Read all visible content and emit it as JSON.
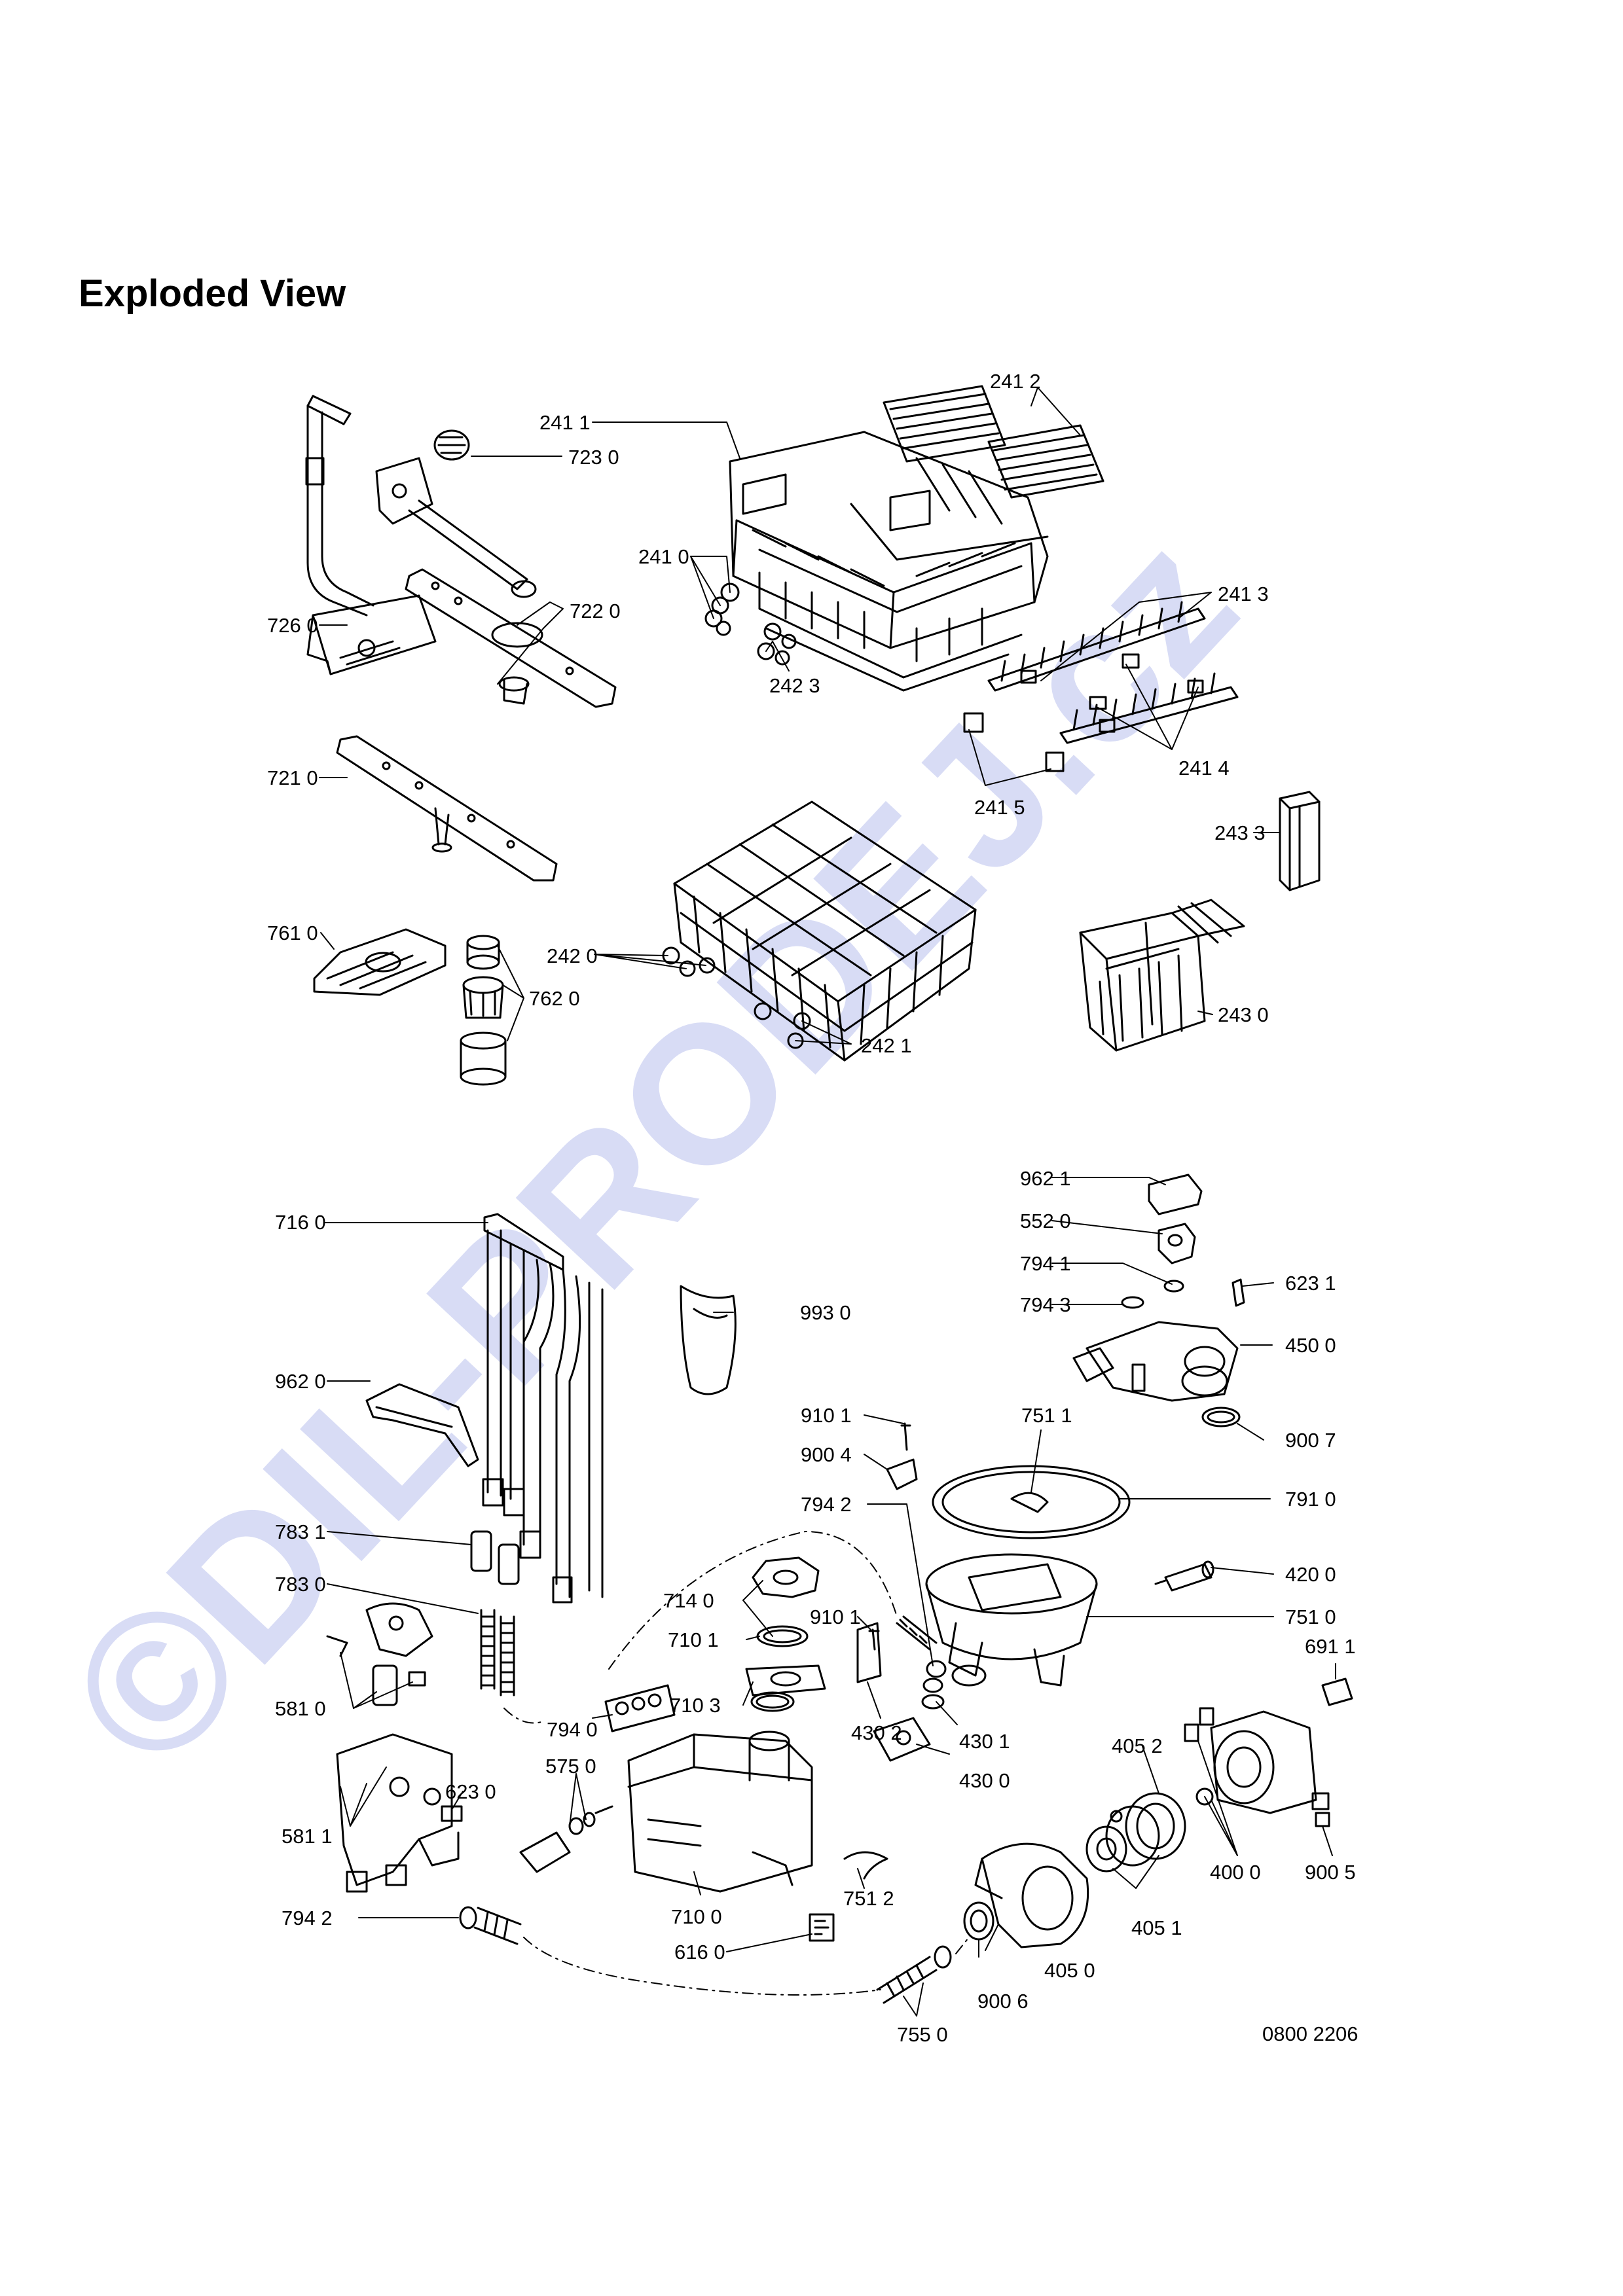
{
  "title": "Exploded View",
  "drawing_number": "0800 2206",
  "watermark": "©DIL-PRODEJ.cz",
  "colors": {
    "ink": "#000000",
    "watermark": "#d8dcf5"
  },
  "parts": [
    {
      "id": "p2411",
      "label": "241 1"
    },
    {
      "id": "p2412",
      "label": "241 2"
    },
    {
      "id": "p7230",
      "label": "723 0"
    },
    {
      "id": "p2410",
      "label": "241 0"
    },
    {
      "id": "p2413",
      "label": "241 3"
    },
    {
      "id": "p7220",
      "label": "722 0"
    },
    {
      "id": "p7260",
      "label": "726 0"
    },
    {
      "id": "p2423",
      "label": "242 3"
    },
    {
      "id": "p2414",
      "label": "241 4"
    },
    {
      "id": "p2415",
      "label": "241 5"
    },
    {
      "id": "p7210",
      "label": "721 0"
    },
    {
      "id": "p2433",
      "label": "243 3"
    },
    {
      "id": "p7610",
      "label": "761 0"
    },
    {
      "id": "p2420",
      "label": "242 0"
    },
    {
      "id": "p7620",
      "label": "762 0"
    },
    {
      "id": "p2430",
      "label": "243 0"
    },
    {
      "id": "p2421",
      "label": "242 1"
    },
    {
      "id": "p9621",
      "label": "962 1"
    },
    {
      "id": "p7160",
      "label": "716 0"
    },
    {
      "id": "p5520",
      "label": "552 0"
    },
    {
      "id": "p7941",
      "label": "794 1"
    },
    {
      "id": "p6231",
      "label": "623 1"
    },
    {
      "id": "p9930",
      "label": "993 0"
    },
    {
      "id": "p7943",
      "label": "794 3"
    },
    {
      "id": "p4500",
      "label": "450 0"
    },
    {
      "id": "p9620",
      "label": "962 0"
    },
    {
      "id": "p9101a",
      "label": "910 1"
    },
    {
      "id": "p7511",
      "label": "751 1"
    },
    {
      "id": "p9007",
      "label": "900 7"
    },
    {
      "id": "p9004",
      "label": "900 4"
    },
    {
      "id": "p7942a",
      "label": "794 2"
    },
    {
      "id": "p7910",
      "label": "791 0"
    },
    {
      "id": "p7831",
      "label": "783 1"
    },
    {
      "id": "p4200",
      "label": "420 0"
    },
    {
      "id": "p7830",
      "label": "783 0"
    },
    {
      "id": "p7140",
      "label": "714 0"
    },
    {
      "id": "p7510",
      "label": "751 0"
    },
    {
      "id": "p7101",
      "label": "710 1"
    },
    {
      "id": "p9101b",
      "label": "910 1"
    },
    {
      "id": "p6911",
      "label": "691 1"
    },
    {
      "id": "p5810",
      "label": "581 0"
    },
    {
      "id": "p7103",
      "label": "710 3"
    },
    {
      "id": "p7940",
      "label": "794 0"
    },
    {
      "id": "p4302",
      "label": "430 2"
    },
    {
      "id": "p4301",
      "label": "430 1"
    },
    {
      "id": "p4052",
      "label": "405 2"
    },
    {
      "id": "p5750",
      "label": "575 0"
    },
    {
      "id": "p4300",
      "label": "430 0"
    },
    {
      "id": "p6230",
      "label": "623 0"
    },
    {
      "id": "p5811",
      "label": "581 1"
    },
    {
      "id": "p7512",
      "label": "751 2"
    },
    {
      "id": "p4000",
      "label": "400 0"
    },
    {
      "id": "p9005",
      "label": "900 5"
    },
    {
      "id": "p7942b",
      "label": "794 2"
    },
    {
      "id": "p7100",
      "label": "710 0"
    },
    {
      "id": "p4051",
      "label": "405 1"
    },
    {
      "id": "p6160",
      "label": "616 0"
    },
    {
      "id": "p4050",
      "label": "405 0"
    },
    {
      "id": "p9006",
      "label": "900 6"
    },
    {
      "id": "p7550",
      "label": "755 0"
    }
  ]
}
